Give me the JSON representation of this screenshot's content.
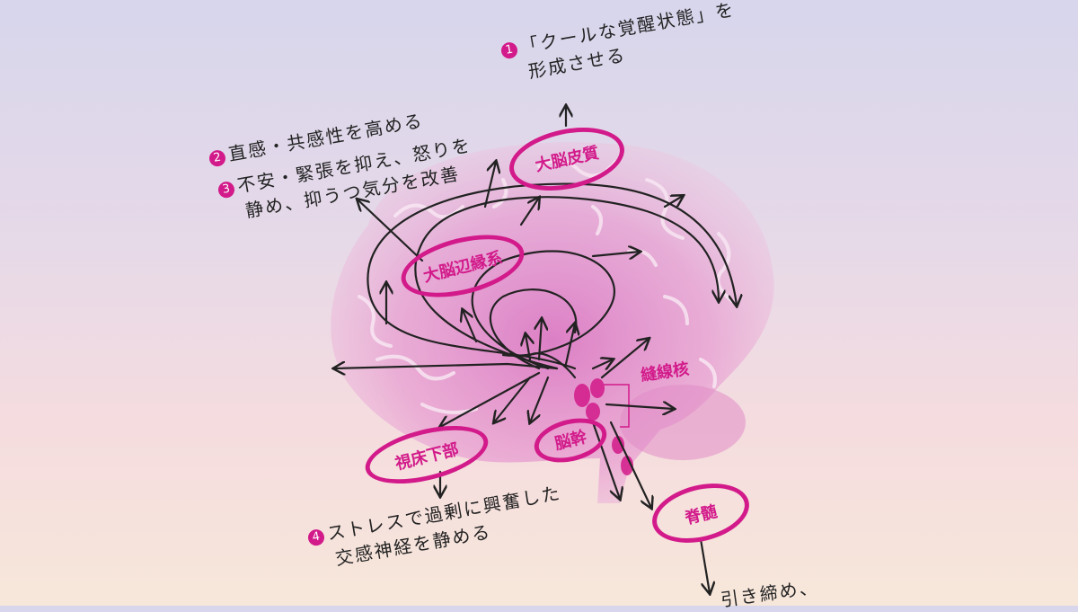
{
  "notes": {
    "n1_num": "1",
    "n1_line1": "「クールな覚醒状態」を",
    "n1_line2": "形成させる",
    "n2_num": "2",
    "n2_text": "直感・共感性を高める",
    "n3_num": "3",
    "n3_line1": "不安・緊張を抑え、怒りを",
    "n3_line2": "静め、抑うつ気分を改善",
    "n4_num": "4",
    "n4_line1": "ストレスで過剰に興奮した",
    "n4_line2": "交感神経を静める",
    "n5_partial": "引き締め、"
  },
  "regions": {
    "cortex": "大脳皮質",
    "limbic": "大脳辺縁系",
    "raphe": "縫線核",
    "brainstem": "脳幹",
    "hypothalamus": "視床下部",
    "spinal": "脊髄"
  },
  "colors": {
    "accent": "#d21a8a",
    "brain_fill": "#e9a3d2",
    "ink": "#222222"
  }
}
